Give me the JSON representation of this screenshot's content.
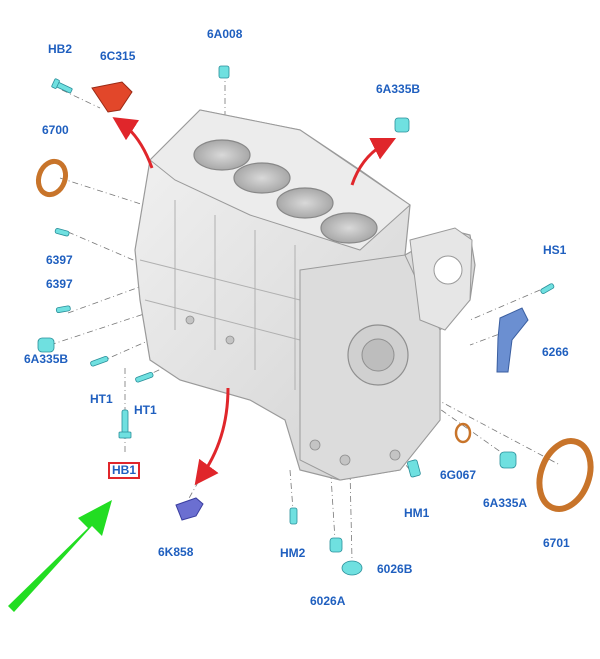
{
  "labels": {
    "hb2": "HB2",
    "p6c315": "6C315",
    "p6a008": "6A008",
    "p6a335b_top": "6A335B",
    "p6700": "6700",
    "p6397_a": "6397",
    "p6397_b": "6397",
    "hs1": "HS1",
    "p6266": "6266",
    "p6a335b_left": "6A335B",
    "ht1_a": "HT1",
    "ht1_b": "HT1",
    "hb1": "HB1",
    "p6g067": "6G067",
    "p6a335a": "6A335A",
    "hm1": "HM1",
    "p6701": "6701",
    "p6k858": "6K858",
    "hm2": "HM2",
    "p6026b": "6026B",
    "p6026a": "6026A"
  },
  "colors": {
    "label": "#1f5fbf",
    "highlight_box": "#e0262b",
    "callout_arrow": "#e0262b",
    "pointer_arrow": "#22dd22",
    "block_fill": "#e4e4e4",
    "block_edge": "#9a9a9a",
    "fastener": "#6fe0e0",
    "seal": "#c8742a",
    "bracket": "#6b8fd1"
  },
  "icons": {
    "pointer": "green-arrow-icon",
    "callout": "red-curved-arrow-icon"
  }
}
